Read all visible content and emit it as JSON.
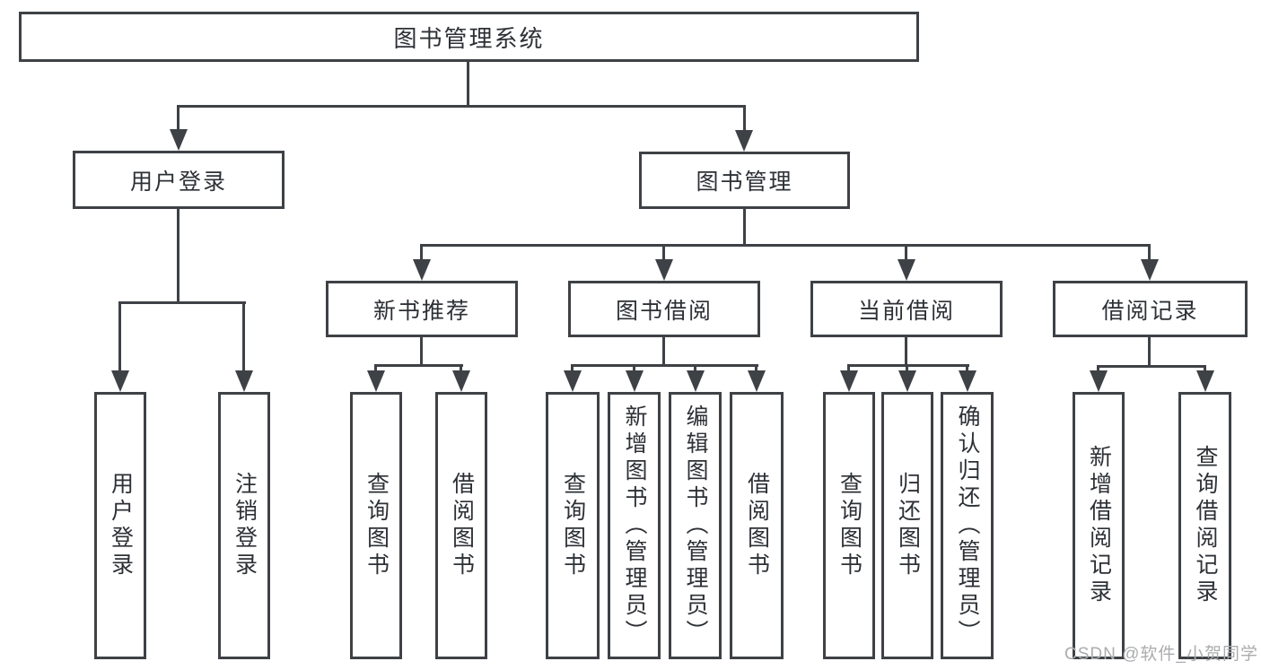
{
  "tree": {
    "root": "图书管理系统",
    "branches": [
      {
        "label": "用户登录",
        "children": [
          "用户登录",
          "注销登录"
        ]
      },
      {
        "label": "图书管理",
        "sections": [
          {
            "label": "新书推荐",
            "children": [
              "查询图书",
              "借阅图书"
            ]
          },
          {
            "label": "图书借阅",
            "children": [
              "查询图书",
              "新增图书（管理员）",
              "编辑图书（管理员）",
              "借阅图书"
            ]
          },
          {
            "label": "当前借阅",
            "children": [
              "查询图书",
              "归还图书",
              "确认归还（管理员）"
            ]
          },
          {
            "label": "借阅记录",
            "children": [
              "新增借阅记录",
              "查询借阅记录"
            ]
          }
        ]
      }
    ]
  },
  "watermark": {
    "text": "CSDN @软件_小贺同学"
  },
  "colors": {
    "line": "#3e4145",
    "text": "#2d3035",
    "background": "#ffffff",
    "watermark": "#abacae"
  }
}
